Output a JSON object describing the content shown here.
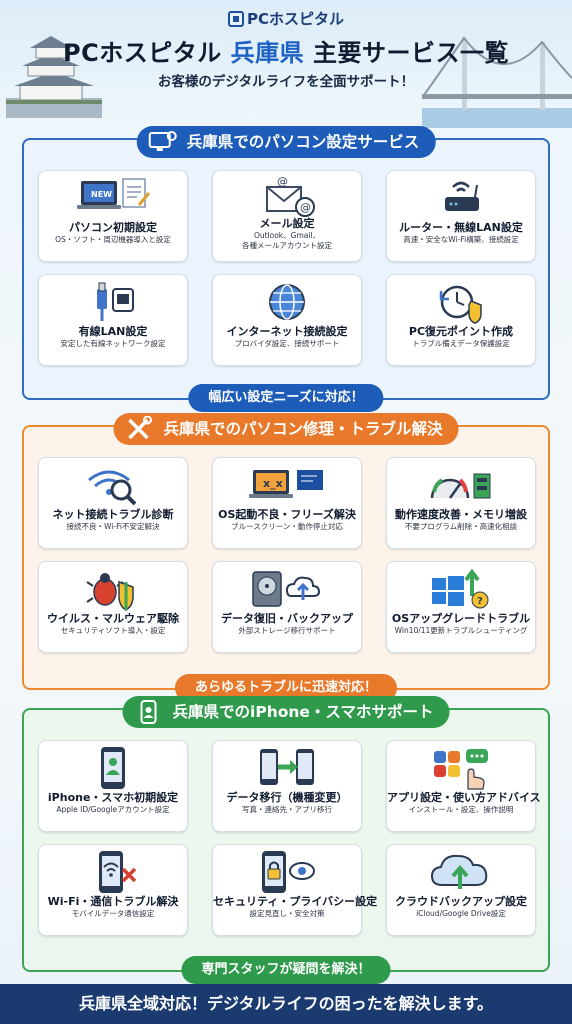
{
  "brand": "PCホスピタル",
  "title": {
    "pre": "PCホスピタル ",
    "accent": "兵庫県",
    "post": " 主要サービス一覧"
  },
  "subtitle": "お客様のデジタルライフを全面サポート！",
  "sections": [
    {
      "heading": "兵庫県でのパソコン設定サービス",
      "footer": "幅広い設定ニーズに対応！",
      "color": "#1d5cb8",
      "cards": [
        {
          "title": "パソコン初期設定",
          "sub": "OS・ソフト・周辺機器導入と設定",
          "icon": "laptop-new-icon"
        },
        {
          "title": "メール設定",
          "sub": "Outlook、Gmail、\n各種メールアカウント設定",
          "icon": "email-icon"
        },
        {
          "title": "ルーター・無線LAN設定",
          "sub": "高速・安全なWi-Fi構築、接続設定",
          "icon": "router-icon"
        },
        {
          "title": "有線LAN設定",
          "sub": "安定した有線ネットワーク設定",
          "icon": "lan-cable-icon"
        },
        {
          "title": "インターネット接続設定",
          "sub": "プロバイダ設定、接続サポート",
          "icon": "globe-icon"
        },
        {
          "title": "PC復元ポイント作成",
          "sub": "トラブル備えデータ保護設定",
          "icon": "restore-clock-icon"
        }
      ]
    },
    {
      "heading": "兵庫県でのパソコン修理・トラブル解決",
      "footer": "あらゆるトラブルに迅速対応！",
      "color": "#e9792a",
      "cards": [
        {
          "title": "ネット接続トラブル診断",
          "sub": "接続不良・Wi-Fi不安定解決",
          "icon": "wifi-search-icon"
        },
        {
          "title": "OS起動不良・フリーズ解決",
          "sub": "ブルースクリーン・動作停止対応",
          "icon": "frozen-screen-icon"
        },
        {
          "title": "動作速度改善・メモリ増設",
          "sub": "不要プログラム削除・高速化相談",
          "icon": "speedometer-icon"
        },
        {
          "title": "ウイルス・マルウェア駆除",
          "sub": "セキュリティソフト導入・設定",
          "icon": "virus-shield-icon"
        },
        {
          "title": "データ復旧・バックアップ",
          "sub": "外部ストレージ移行サポート",
          "icon": "hdd-cloud-icon"
        },
        {
          "title": "OSアップグレードトラブル",
          "sub": "Win10/11更新トラブルシューティング",
          "icon": "windows-upgrade-icon"
        }
      ]
    },
    {
      "heading": "兵庫県でのiPhone・スマホサポート",
      "footer": "専門スタッフが疑問を解決！",
      "color": "#2f9a4c",
      "cards": [
        {
          "title": "iPhone・スマホ初期設定",
          "sub": "Apple ID/Googleアカウント設定",
          "icon": "phone-user-icon"
        },
        {
          "title": "データ移行（機種変更）",
          "sub": "写真・連絡先・アプリ移行",
          "icon": "phone-transfer-icon"
        },
        {
          "title": "アプリ設定・使い方アドバイス",
          "sub": "インストール・設定、操作説明",
          "icon": "apps-tap-icon"
        },
        {
          "title": "Wi-Fi・通信トラブル解決",
          "sub": "モバイルデータ通信設定",
          "icon": "phone-wifi-error-icon"
        },
        {
          "title": "セキュリティ・プライバシー設定",
          "sub": "設定見直し・安全対策",
          "icon": "phone-lock-icon"
        },
        {
          "title": "クラウドバックアップ設定",
          "sub": "iCloud/Google Drive設定",
          "icon": "cloud-upload-icon"
        }
      ]
    }
  ],
  "bottom_banner": "兵庫県全域対応！デジタルライフの困ったを解決します。"
}
